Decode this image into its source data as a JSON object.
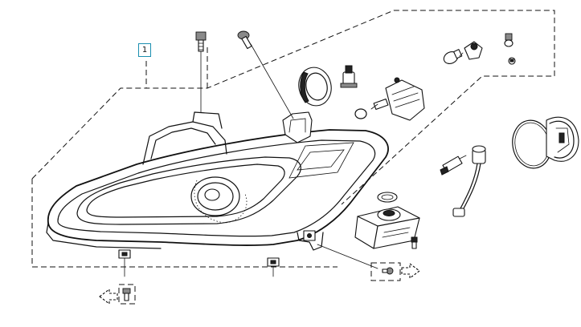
{
  "callout": {
    "part_number": "1"
  },
  "colors": {
    "line": "#111111",
    "callout_border": "#1a8fb0",
    "background": "#ffffff"
  },
  "icons": {
    "arrow_left": "hollow-dashed-arrow-left",
    "arrow_right": "hollow-dashed-arrow-right"
  }
}
